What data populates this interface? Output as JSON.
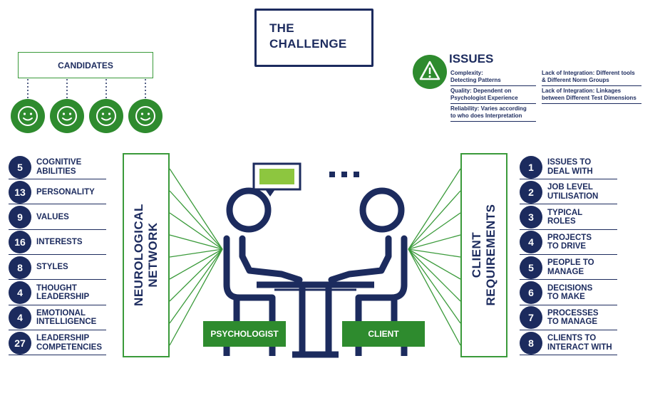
{
  "title": {
    "line1": "THE",
    "line2": "CHALLENGE"
  },
  "candidates": {
    "label": "CANDIDATES",
    "count": 4,
    "icon": "smiley-face-icon"
  },
  "issues": {
    "title": "ISSUES",
    "icon": "warning-icon",
    "items": [
      "Complexity:\nDetecting Patterns",
      "Quality: Dependent on\nPsychologist Experience",
      "Reliability: Varies according\nto who does Interpretation",
      "Lack of Integration: Different tools\n& Different Norm Groups",
      "Lack of Integration: Linkages\nbetween Different Test Dimensions"
    ]
  },
  "left_panel": {
    "label": "NEUROLOGICAL\nNETWORK"
  },
  "right_panel": {
    "label": "CLIENT\nREQUIREMENTS"
  },
  "left_items": [
    {
      "num": "5",
      "label": "COGNITIVE\nABILITIES"
    },
    {
      "num": "13",
      "label": "PERSONALITY"
    },
    {
      "num": "9",
      "label": "VALUES"
    },
    {
      "num": "16",
      "label": "INTERESTS"
    },
    {
      "num": "8",
      "label": "STYLES"
    },
    {
      "num": "4",
      "label": "THOUGHT\nLEADERSHIP"
    },
    {
      "num": "4",
      "label": "EMOTIONAL\nINTELLIGENCE"
    },
    {
      "num": "27",
      "label": "LEADERSHIP\nCOMPETENCIES"
    }
  ],
  "right_items": [
    {
      "num": "1",
      "label": "ISSUES TO\nDEAL WITH"
    },
    {
      "num": "2",
      "label": "JOB LEVEL\nUTILISATION"
    },
    {
      "num": "3",
      "label": "TYPICAL\nROLES"
    },
    {
      "num": "4",
      "label": "PROJECTS\nTO DRIVE"
    },
    {
      "num": "5",
      "label": "PEOPLE TO\nMANAGE"
    },
    {
      "num": "6",
      "label": "DECISIONS\nTO MAKE"
    },
    {
      "num": "7",
      "label": "PROCESSES\nTO MANAGE"
    },
    {
      "num": "8",
      "label": "CLIENTS TO\nINTERACT WITH"
    }
  ],
  "psychologist_label": "PSYCHOLOGIST",
  "client_label": "CLIENT",
  "speech_bubble_icon": "speech-bubble-icon",
  "ellipsis_icon": "ellipsis-icon",
  "colors": {
    "navy": "#1c2b5e",
    "green": "#2e8b2e",
    "light_green": "#8dc63f"
  }
}
